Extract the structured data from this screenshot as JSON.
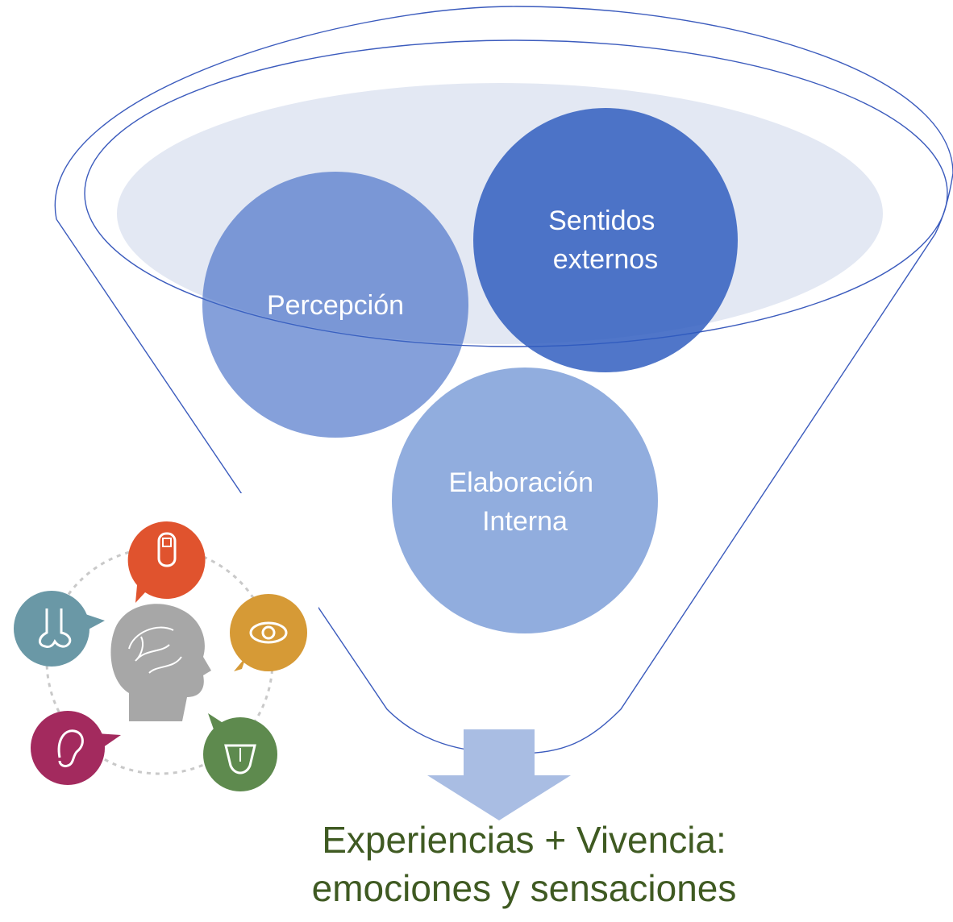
{
  "diagram": {
    "nodes": [
      {
        "id": "percepcion",
        "lines": [
          "Percepción"
        ]
      },
      {
        "id": "sentidos",
        "lines": [
          "Sentidos",
          "externos"
        ]
      },
      {
        "id": "elaboracion",
        "lines": [
          "Elaboración",
          "Interna"
        ]
      }
    ],
    "output": {
      "line1": "Experiencias + Vivencia:",
      "line2": "emociones y sensaciones"
    },
    "illustration": {
      "center": "head-brain-icon",
      "senses": [
        "touch-finger-icon",
        "sight-eye-icon",
        "taste-tongue-icon",
        "hearing-ear-icon",
        "smell-nose-icon"
      ]
    },
    "colors": {
      "funnel_line": "#3b5bbd",
      "funnel_fill": "#e3e8f3",
      "node_dark": "#3a66c4",
      "node_light": "#8ba9dc",
      "arrow": "#a9bde3",
      "text_output": "#3f5a22",
      "touch": "#e0532e",
      "sight": "#d69a36",
      "taste": "#5e8a4e",
      "hearing": "#a32a5e",
      "smell": "#6a98a6"
    }
  }
}
